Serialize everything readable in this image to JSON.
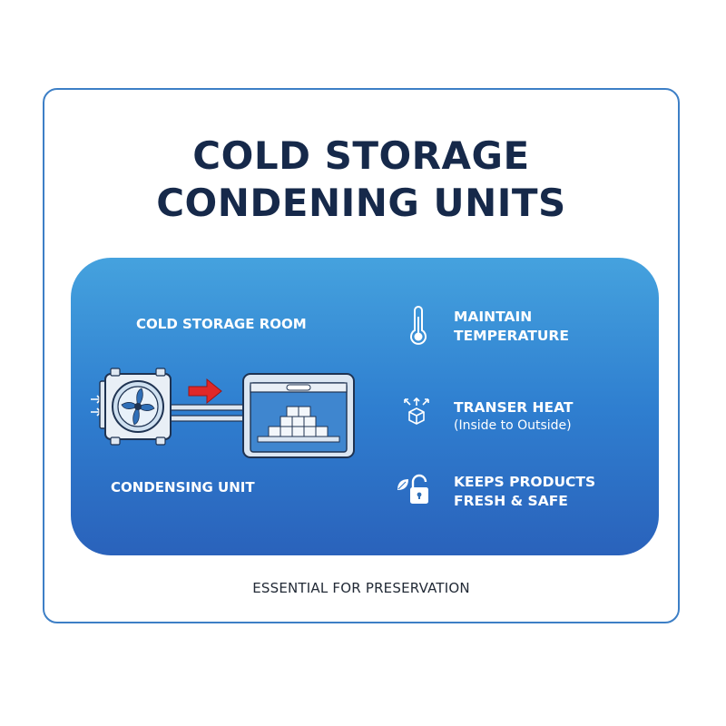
{
  "header": {
    "title_line1": "COLD STORAGE",
    "title_line2": "CONDENING UNITS"
  },
  "diagram": {
    "room_label": "COLD STORAGE ROOM",
    "unit_label": "CONDENSING UNIT"
  },
  "features": [
    {
      "icon": "thermometer-icon",
      "title_line1": "MAINTAIN",
      "title_line2": "TEMPERATURE",
      "subtitle": ""
    },
    {
      "icon": "heat-transfer-box-icon",
      "title_line1": "TRANSER HEAT",
      "title_line2": "",
      "subtitle": "(Inside to Outside)"
    },
    {
      "icon": "leaf-lock-icon",
      "title_line1": "KEEPS PRODUCTS",
      "title_line2": "FRESH & SAFE",
      "subtitle": ""
    }
  ],
  "footer": {
    "text": "ESSENTIAL FOR PRESERVATION"
  },
  "colors": {
    "title": "#16294a",
    "card_border": "#3d7fc6",
    "panel_top": "#45a2de",
    "panel_bottom": "#2a62bb",
    "arrow": "#e02828"
  }
}
